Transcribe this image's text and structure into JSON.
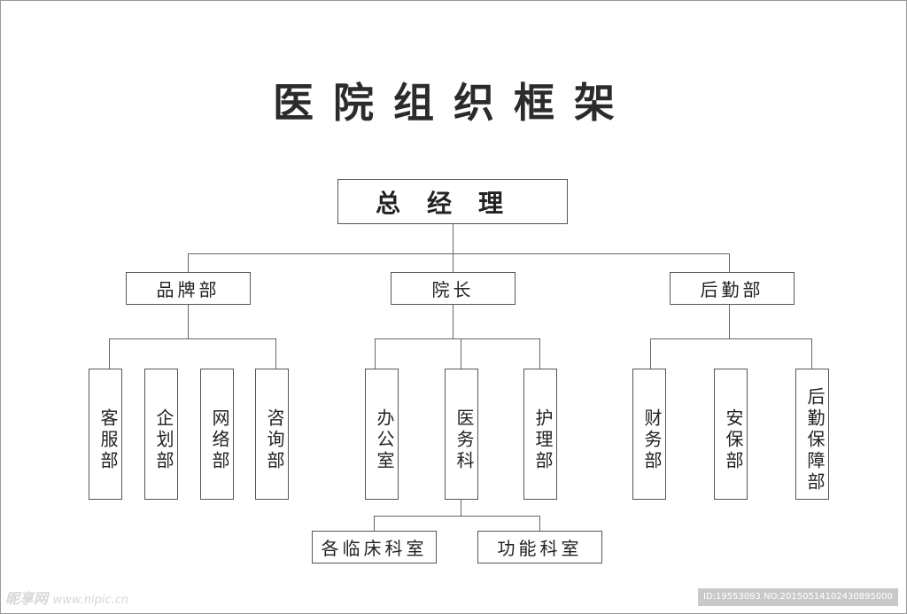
{
  "title": "医院组织框架",
  "top": "总经理",
  "level1": {
    "brand": "品牌部",
    "dean": "院长",
    "logistics": "后勤部"
  },
  "brand_children": [
    "客服部",
    "企划部",
    "网络部",
    "咨询部"
  ],
  "dean_children": [
    "办公室",
    "医务科",
    "护理部"
  ],
  "logistics_children": [
    "财务部",
    "安保部",
    "后勤保障部"
  ],
  "medical_children": [
    "各临床科室",
    "功能科室"
  ],
  "watermark": {
    "logo": "昵享网",
    "site": "www.nipic.cn"
  },
  "footer_id": "ID:19553093 NO:20150514102430895000"
}
